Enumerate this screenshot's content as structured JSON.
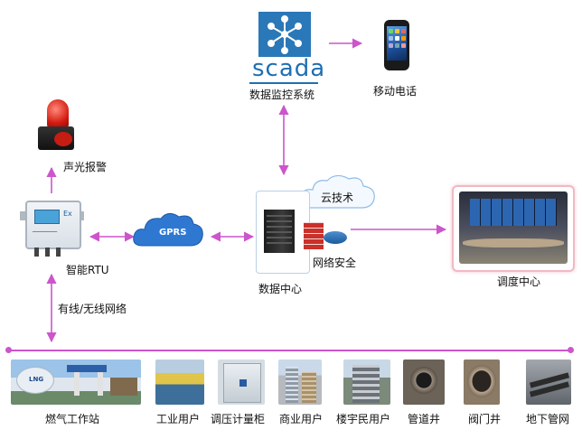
{
  "nodes": {
    "scada": {
      "logo_text": "scada",
      "label": "数据监控系统"
    },
    "phone": {
      "label": "移动电话"
    },
    "alarm": {
      "label": "声光报警"
    },
    "rtu": {
      "label": "智能RTU",
      "badge": "Ex"
    },
    "gprs": {
      "label": "GPRS"
    },
    "cloud": {
      "label": "云技术"
    },
    "security": {
      "label": "网络安全"
    },
    "datacenter": {
      "label": "数据中心"
    },
    "dispatch": {
      "label": "调度中心"
    },
    "network": {
      "label": "有线/无线网络"
    }
  },
  "endpoints": [
    {
      "label": "燃气工作站",
      "icon": "gas-station-image"
    },
    {
      "label": "工业用户",
      "icon": "industrial-image"
    },
    {
      "label": "调压计量柜",
      "icon": "regulator-cabinet-image"
    },
    {
      "label": "商业用户",
      "icon": "commercial-building-image"
    },
    {
      "label": "楼宇民用户",
      "icon": "residential-building-image"
    },
    {
      "label": "管道井",
      "icon": "pipe-well-image"
    },
    {
      "label": "阀门井",
      "icon": "valve-well-image"
    },
    {
      "label": "地下管网",
      "icon": "underground-pipe-image"
    }
  ],
  "colors": {
    "link": "#cc55cc",
    "scada": "#2a78b8",
    "cloud": "#3a7fd8"
  }
}
